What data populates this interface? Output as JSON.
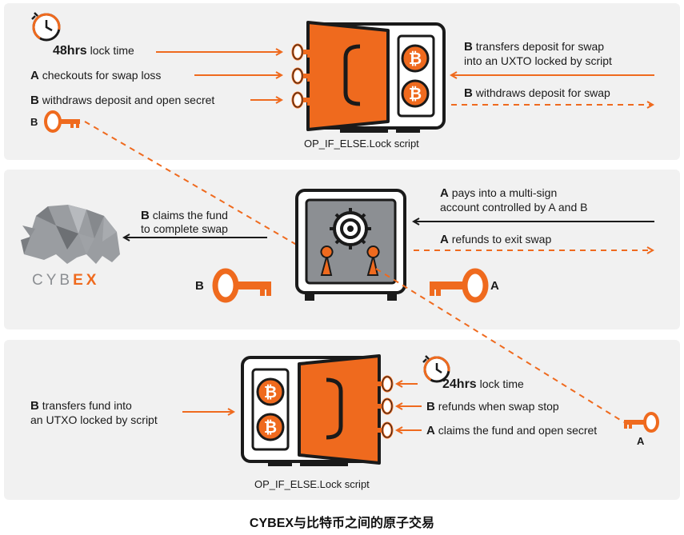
{
  "colors": {
    "accent": "#ef6a1e",
    "ink": "#1a1a1a",
    "panel": "#f1f1f1",
    "grey": "#8c8f93"
  },
  "top": {
    "lock_time_value": "48hrs",
    "lock_time_text": "lock time",
    "a_tag": "A",
    "a_text": "checkouts for swap loss",
    "b_tag": "B",
    "b_withdraw_text": "withdraws deposit and open secret",
    "b_transfer_line1": "transfers deposit for swap",
    "b_transfer_line2": "into an UXTO locked by script",
    "b_withdraw_right_text": "withdraws deposit for swap",
    "key_label": "B",
    "caption": "OP_IF_ELSE.Lock script"
  },
  "middle": {
    "b_tag": "B",
    "b_claims_line1": "claims the fund",
    "b_claims_line2": "to complete swap",
    "a_tag": "A",
    "a_pays_line1": "pays into a multi-sign",
    "a_pays_line2": "account controlled by A and B",
    "a_refunds_text": "refunds to exit swap",
    "key_left_label": "B",
    "key_right_label": "A",
    "logo_text_1": "CYB",
    "logo_text_2": "EX"
  },
  "bottom": {
    "b_tag": "B",
    "b_transfers_line1": "transfers fund into",
    "b_transfers_line2": "an UTXO locked by script",
    "lock_time_value": "24hrs",
    "lock_time_text": "lock time",
    "b_refunds_text": "refunds when swap stop",
    "a_tag": "A",
    "a_claims_text": "claims the fund and open secret",
    "key_label": "A",
    "caption": "OP_IF_ELSE.Lock script"
  },
  "title": "CYBEX与比特币之间的原子交易",
  "icons": [
    "clock-icon",
    "vault-icon",
    "bitcoin-icon",
    "key-icon",
    "safe-icon",
    "rhino-logo"
  ]
}
